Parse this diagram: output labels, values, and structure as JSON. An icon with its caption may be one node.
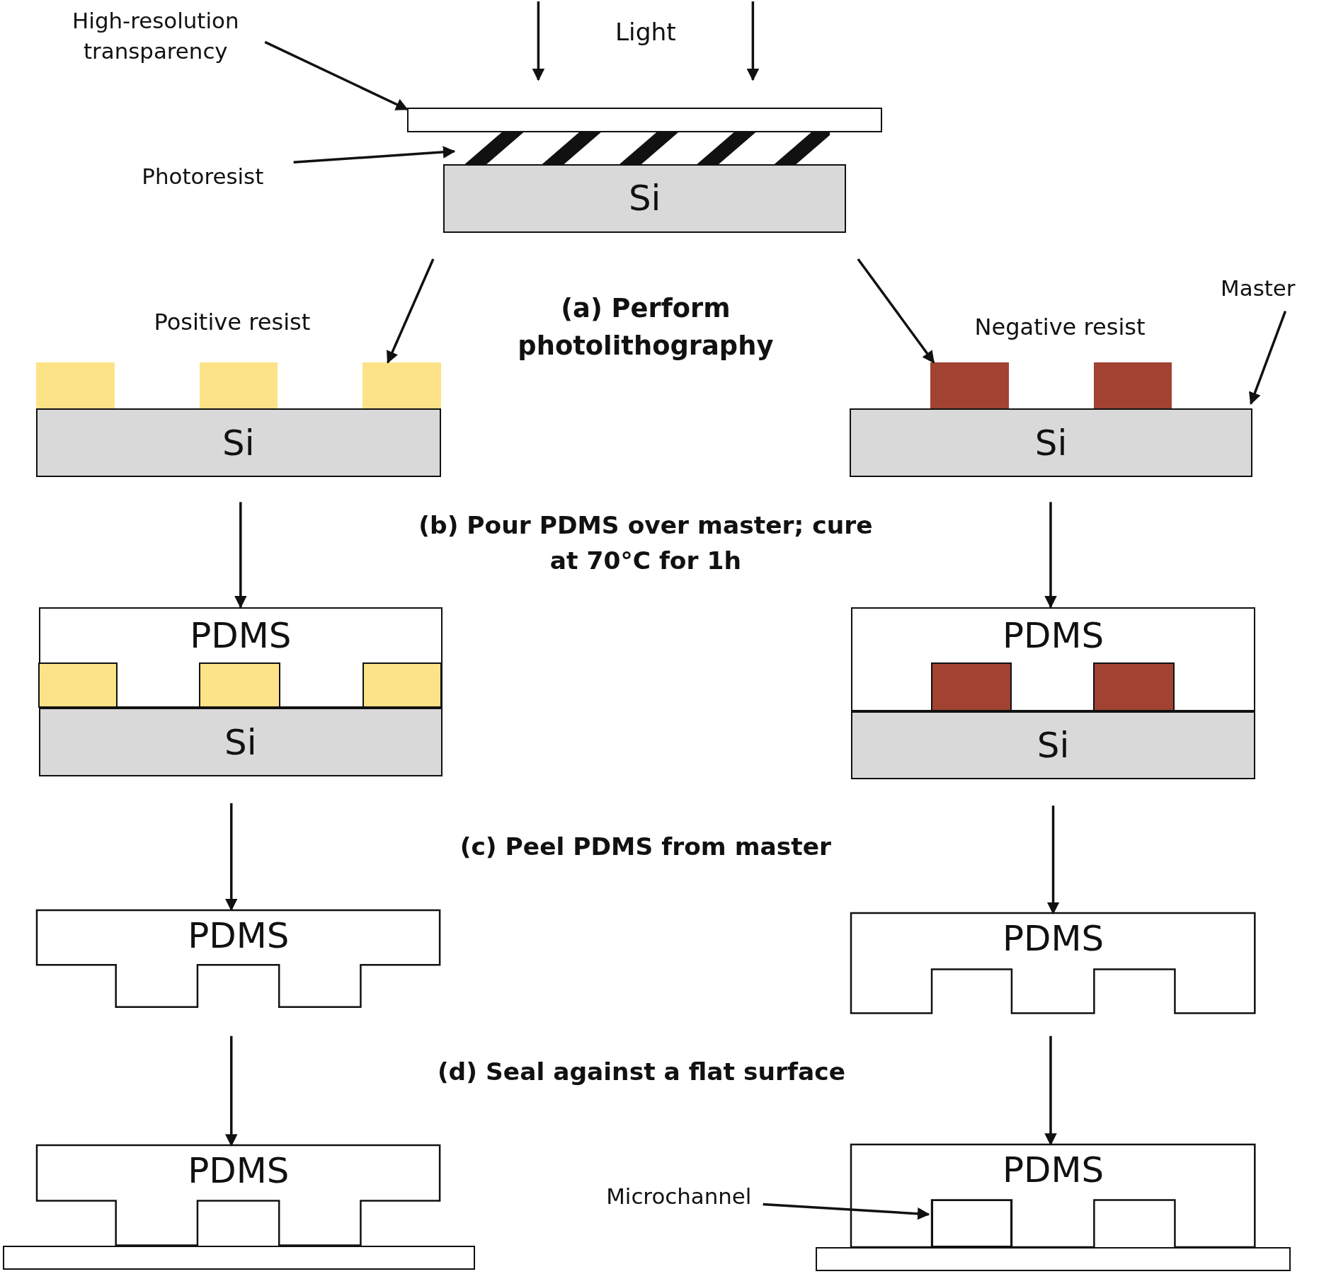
{
  "diagram": {
    "nodes": [
      {
        "text": [
          "High-resolution transparency"
        ]
      },
      {
        "text": [],
        "shape": "box"
      },
      {
        "text": [
          "Photoresist"
        ]
      },
      {
        "text": [],
        "shape": "bar"
      },
      {
        "text": [
          "Si"
        ]
      },
      {
        "text": [
          "Si"
        ]
      },
      {
        "text": [
          "Si"
        ]
      },
      {
        "text": [
          "Master"
        ]
      },
      {
        "text": [
          "PDMS"
        ]
      },
      {
        "text": [
          "Si"
        ]
      },
      {
        "text": [
          "PDMS"
        ]
      },
      {
        "text": [
          "Si"
        ]
      },
      {
        "text": [
          "PDMS"
        ]
      },
      {
        "text": [
          "PDMS"
        ]
      },
      {
        "text": [
          "PDMS"
        ]
      },
      {
        "text": [],
        "shape": "box"
      },
      {
        "text": [
          "PDMS"
        ]
      },
      {
        "text": [],
        "shape": "box"
      },
      {
        "text": [
          "Microchannel"
        ]
      },
      {
        "text": [],
        "shape": "box"
      },
      {
        "text": [],
        "shape": "box"
      },
      {
        "text": [],
        "shape": "box"
      },
      {
        "text": [],
        "shape": "box"
      },
      {
        "text": [],
        "shape": "box"
      },
      {
        "text": [],
        "shape": "box"
      },
      {
        "text": [],
        "shape": "box",
        "in": 8
      },
      {
        "text": [],
        "shape": "box",
        "in": 8
      },
      {
        "text": [],
        "shape": "box",
        "in": 8
      },
      {
        "text": [],
        "shape": "box",
        "in": 10
      },
      {
        "text": [],
        "shape": "box",
        "in": 10
      }
    ],
    "edges": [
      {
        "from": 0,
        "to": 1,
        "arrow": "to"
      },
      {
        "from": 2,
        "to": 3,
        "arrow": "to"
      },
      {
        "from": 4,
        "to": 22,
        "arrow": "to"
      },
      {
        "from": 4,
        "to": 23,
        "arrow": "to"
      },
      {
        "from": 7,
        "to": 6,
        "arrow": "to"
      },
      {
        "from": 5,
        "to": 8,
        "arrow": "to"
      },
      {
        "from": 6,
        "to": 10,
        "arrow": "to"
      },
      {
        "from": 9,
        "to": 12,
        "arrow": "to"
      },
      {
        "from": 11,
        "to": 13,
        "arrow": "to"
      },
      {
        "from": 12,
        "to": 14,
        "arrow": "to"
      },
      {
        "from": 13,
        "to": 16,
        "arrow": "to"
      },
      {
        "from": 18,
        "to": 19,
        "arrow": "to"
      }
    ],
    "labels": [
      "Light",
      "Positive resist",
      "(a) Perform photolithography",
      "Negative resist",
      "(b) Pour PDMS over master; cure at 70°C for 1h",
      "(c) Peel PDMS from master",
      "(d) Seal against a flat surface"
    ]
  }
}
